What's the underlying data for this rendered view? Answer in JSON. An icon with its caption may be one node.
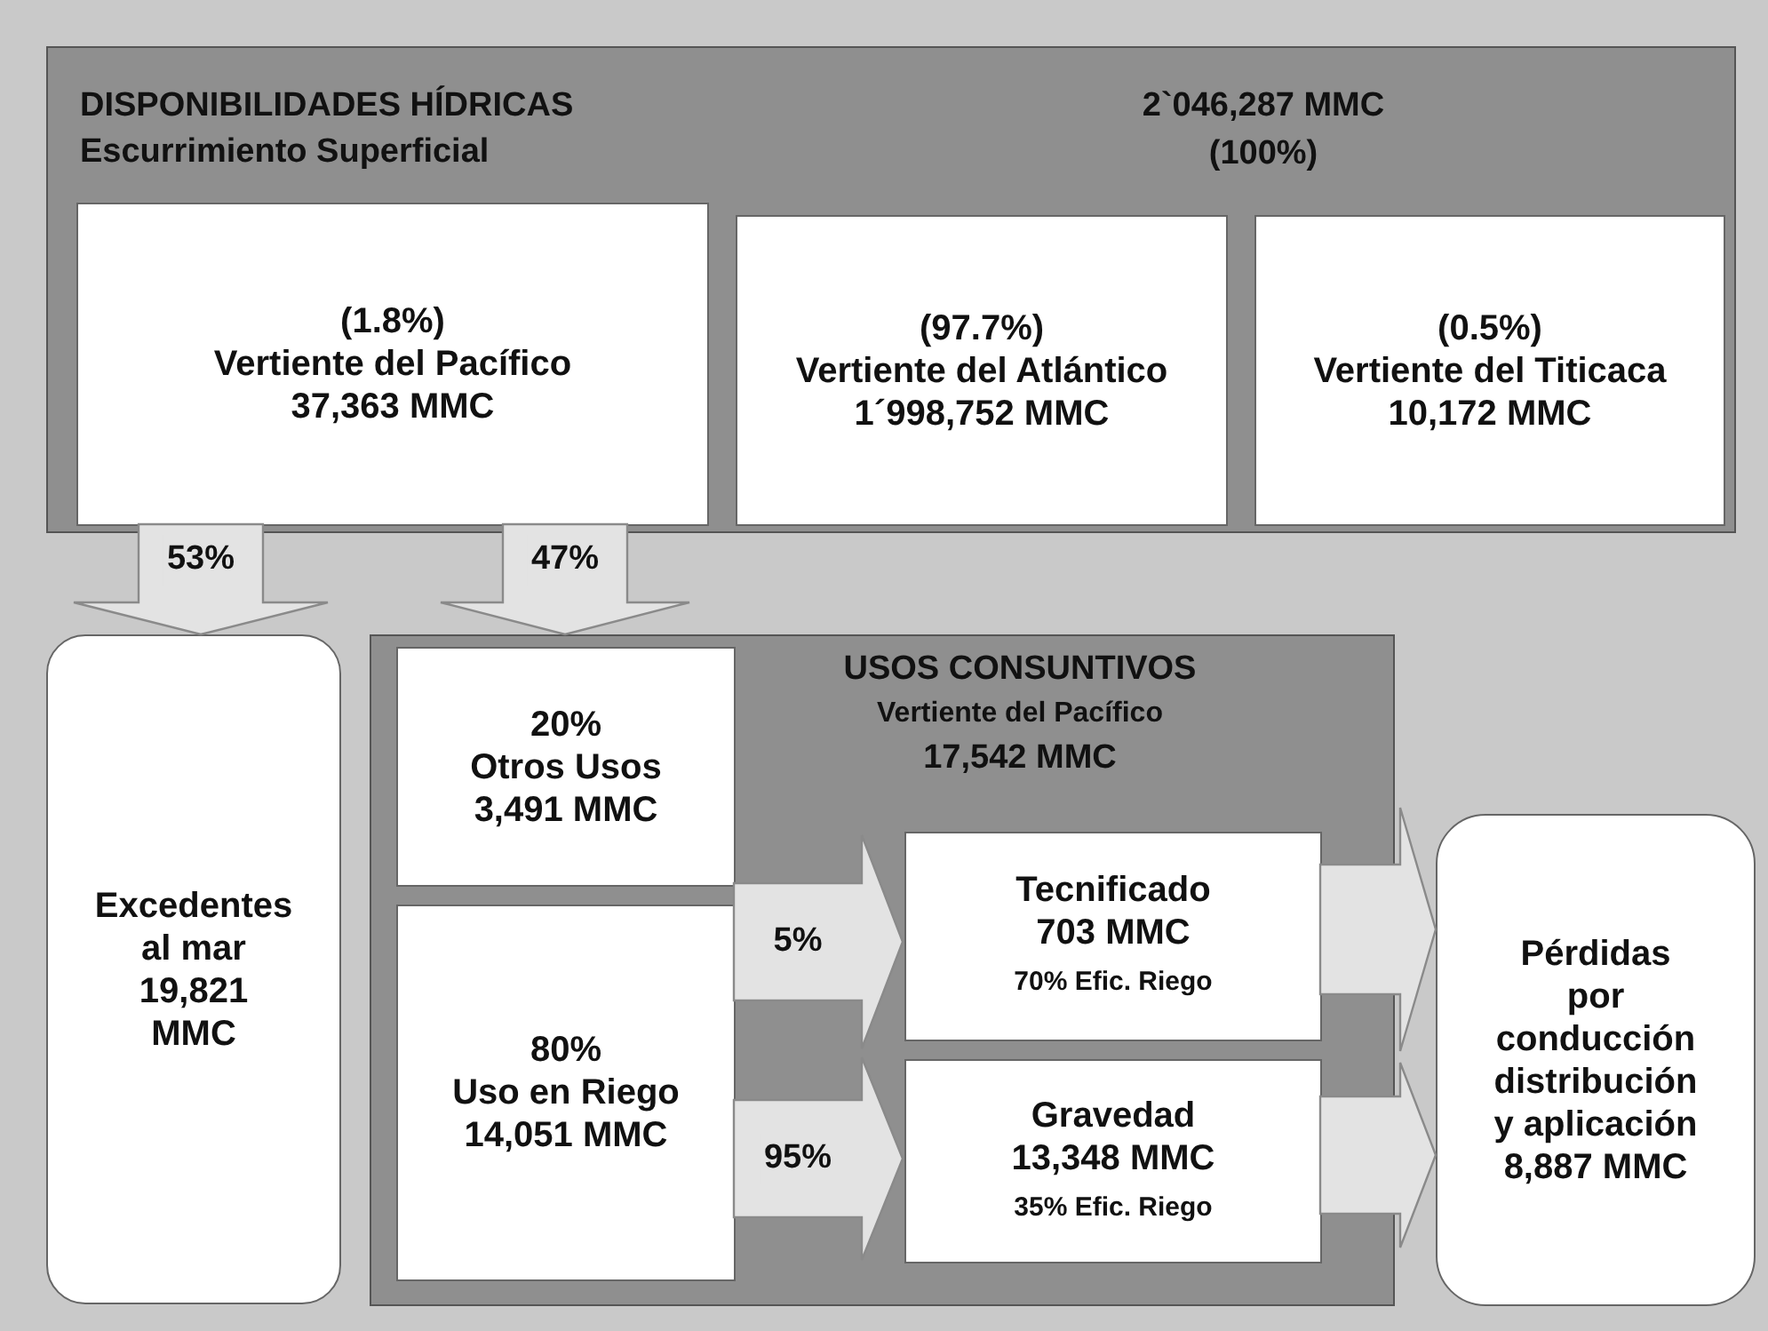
{
  "diagram": {
    "nodes": [
      {
        "text": [
          "DISPONIBILIDADES HÍDRICAS",
          "Escurrimiento Superficial",
          "2`046,287 MMC (100%)"
        ]
      },
      {
        "text": [
          "(1.8%)",
          "Vertiente del Pacífico",
          "37,363 MMC"
        ],
        "in": 0
      },
      {
        "text": [
          "(97.7%)",
          "Vertiente del Atlántico",
          "1´998,752 MMC"
        ],
        "in": 0
      },
      {
        "text": [
          "(0.5%)",
          "Vertiente del Titicaca",
          "10,172 MMC"
        ],
        "in": 0
      },
      {
        "text": [
          "Excedentes al mar 19,821 MMC"
        ]
      },
      {
        "text": [
          "USOS CONSUNTIVOS",
          "Vertiente del Pacífico",
          "17,542 MMC"
        ]
      },
      {
        "text": [
          "20%",
          "Otros Usos",
          "3,491 MMC"
        ],
        "in": 5
      },
      {
        "text": [
          "80%",
          "Uso en Riego",
          "14,051 MMC"
        ],
        "in": 5
      },
      {
        "text": [
          "Tecnificado",
          "703 MMC",
          "70% Efic. Riego"
        ],
        "in": 5
      },
      {
        "text": [
          "Gravedad",
          "13,348 MMC",
          "35% Efic. Riego"
        ],
        "in": 5
      },
      {
        "text": [
          "Pérdidas por conducción distribución y aplicación",
          "8,887 MMC"
        ]
      }
    ],
    "edges": [
      {
        "from": 1,
        "to": 4,
        "arrow": "to",
        "label": "53%"
      },
      {
        "from": 1,
        "to": 5,
        "arrow": "to",
        "label": "47%"
      },
      {
        "from": 7,
        "to": 8,
        "arrow": "to",
        "label": "5%"
      },
      {
        "from": 7,
        "to": 9,
        "arrow": "to",
        "label": "95%"
      },
      {
        "from": 8,
        "to": 10,
        "arrow": "to"
      },
      {
        "from": 9,
        "to": 10,
        "arrow": "to"
      }
    ]
  }
}
